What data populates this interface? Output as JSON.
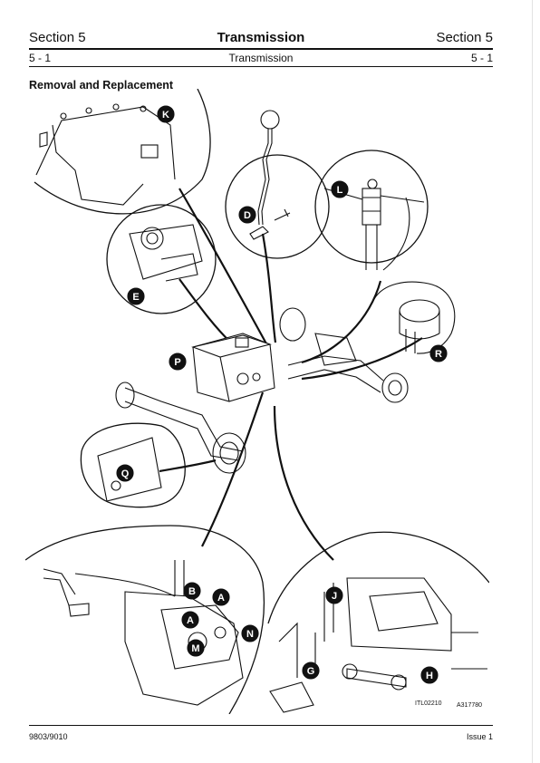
{
  "header": {
    "section_left": "Section 5",
    "title": "Transmission",
    "section_right": "Section 5"
  },
  "subheader": {
    "page_left": "5 - 1",
    "subtitle": "Transmission",
    "page_right": "5 - 1"
  },
  "heading": "Removal and Replacement",
  "figure": {
    "callouts": [
      "K",
      "D",
      "L",
      "E",
      "P",
      "R",
      "Q",
      "B",
      "A",
      "A",
      "M",
      "N",
      "J",
      "G",
      "H"
    ],
    "codes": [
      "ITL02210",
      "A317780"
    ]
  },
  "footer": {
    "left": "9803/9010",
    "right": "Issue 1"
  }
}
